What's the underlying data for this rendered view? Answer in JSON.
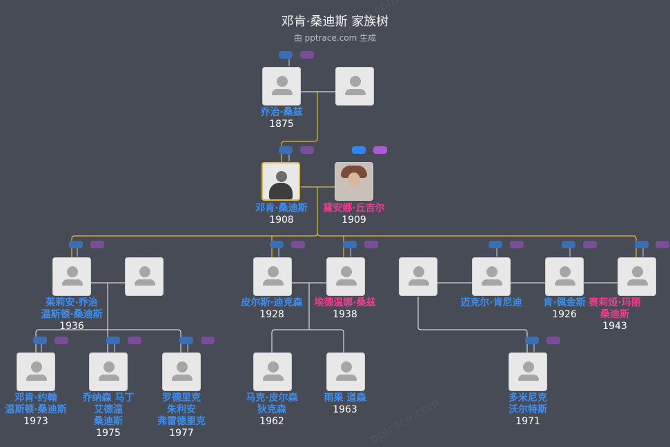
{
  "header": {
    "title": "邓肯·桑迪斯 家族树",
    "subtitle": "由 pptrace.com 生成"
  },
  "watermark": "pptrace.com",
  "colors": {
    "background": "#474b55",
    "male_name": "#3d8ff2",
    "female_name": "#ee3d8f",
    "highlight_line": "#e7b93c",
    "line": "#d8d8d8"
  },
  "people": {
    "george": {
      "name": "乔治·桑兹",
      "year": "1875"
    },
    "duncan": {
      "name": "邓肯·桑迪斯",
      "year": "1908"
    },
    "diana": {
      "name": "黛安娜·丘吉尔",
      "year": "1909"
    },
    "julian_1": {
      "name": "茱莉安·乔治",
      "name2": "温斯顿·桑迪斯",
      "year": "1936"
    },
    "piers": {
      "name": "皮尔斯·迪克森",
      "year": "1928"
    },
    "edwina": {
      "name": "埃德温娜·桑兹",
      "year": "1938"
    },
    "michael": {
      "name": "迈克尔·肯尼迪"
    },
    "ken": {
      "name": "肯·佩金斯",
      "year": "1926"
    },
    "celia": {
      "name": "赛莉娅·玛丽",
      "name2": "桑迪斯",
      "year": "1943"
    },
    "duncan_j": {
      "name": "邓肯·约翰",
      "name2": "温斯顿·桑迪斯",
      "year": "1973"
    },
    "jonathan": {
      "name": "乔纳森 马丁",
      "name2": "艾德温",
      "name3": "桑迪斯",
      "year": "1975"
    },
    "roderick": {
      "name": "罗德里克",
      "name2": "朱利安",
      "name3": "弗雷德里克",
      "year": "1977"
    },
    "mark": {
      "name": "马克·皮尔森",
      "name2": "狄克森",
      "year": "1962"
    },
    "hugo": {
      "name": "雨果 道森",
      "year": "1963"
    },
    "dominic": {
      "name": "多米尼克",
      "name2": "沃尔特斯",
      "year": "1971"
    }
  }
}
